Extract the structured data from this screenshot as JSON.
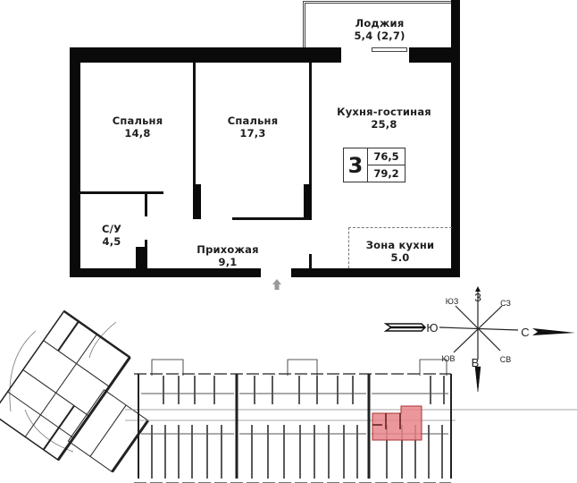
{
  "plan": {
    "rooms": [
      {
        "name": "Лоджия",
        "area": "5,4 (2,7)"
      },
      {
        "name": "Спальня",
        "area": "14,8"
      },
      {
        "name": "Спальня",
        "area": "17,3"
      },
      {
        "name": "Кухня-гостиная",
        "area": "25,8"
      },
      {
        "name": "С/У",
        "area": "4,5"
      },
      {
        "name": "Прихожая",
        "area": "9,1"
      },
      {
        "name": "Зона кухни",
        "area": "5.0"
      }
    ],
    "summary": {
      "rooms_count": "3",
      "living_area": "76,5",
      "total_area": "79,2"
    },
    "entrance_icon": "entrance-arrow-icon"
  },
  "compass": {
    "north": "С",
    "south": "Ю",
    "west": "З",
    "east": "В",
    "northwest": "СЗ",
    "northeast": "СВ",
    "southwest": "ЮЗ",
    "southeast": "ЮВ"
  },
  "site_plan": {
    "highlight_color": "#e8858a"
  }
}
